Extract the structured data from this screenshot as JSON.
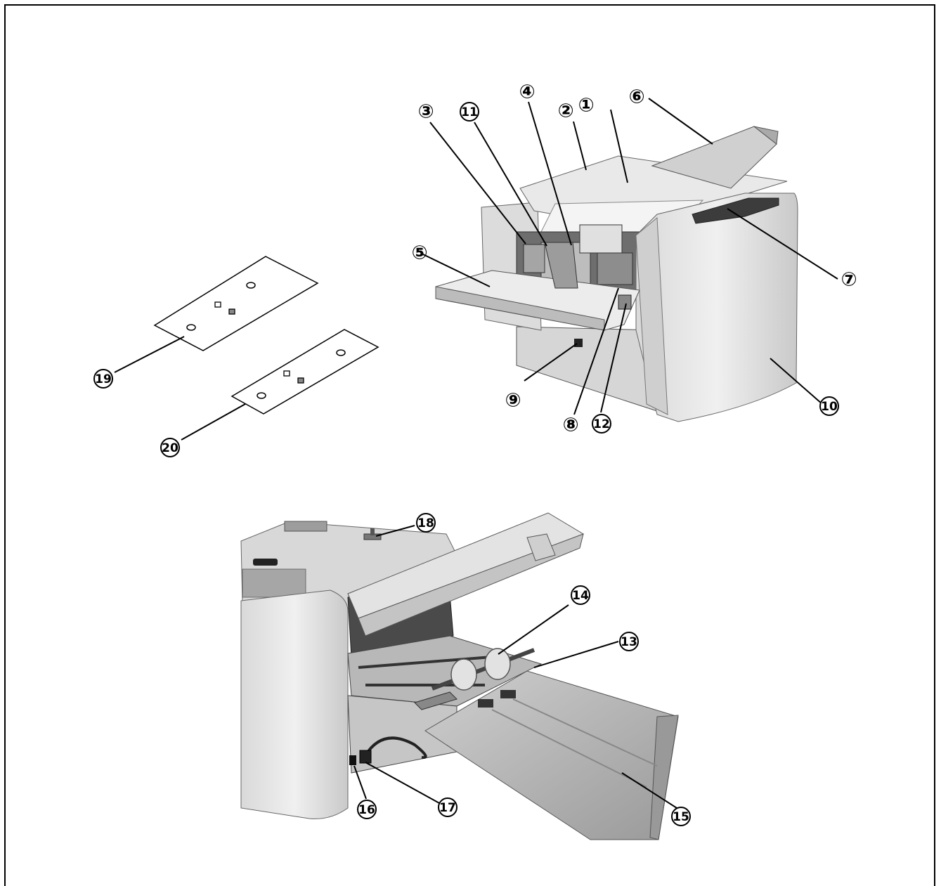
{
  "callouts": {
    "c1": "①",
    "c2": "②",
    "c3": "③",
    "c4": "④",
    "c5": "⑤",
    "c6": "⑥",
    "c7": "⑦",
    "c8": "⑧",
    "c9": "⑨",
    "c10": "10",
    "c11": "11",
    "c12": "12",
    "c13": "13",
    "c14": "14",
    "c15": "15",
    "c16": "16",
    "c17": "17",
    "c18": "18",
    "c19": "19",
    "c20": "20"
  }
}
